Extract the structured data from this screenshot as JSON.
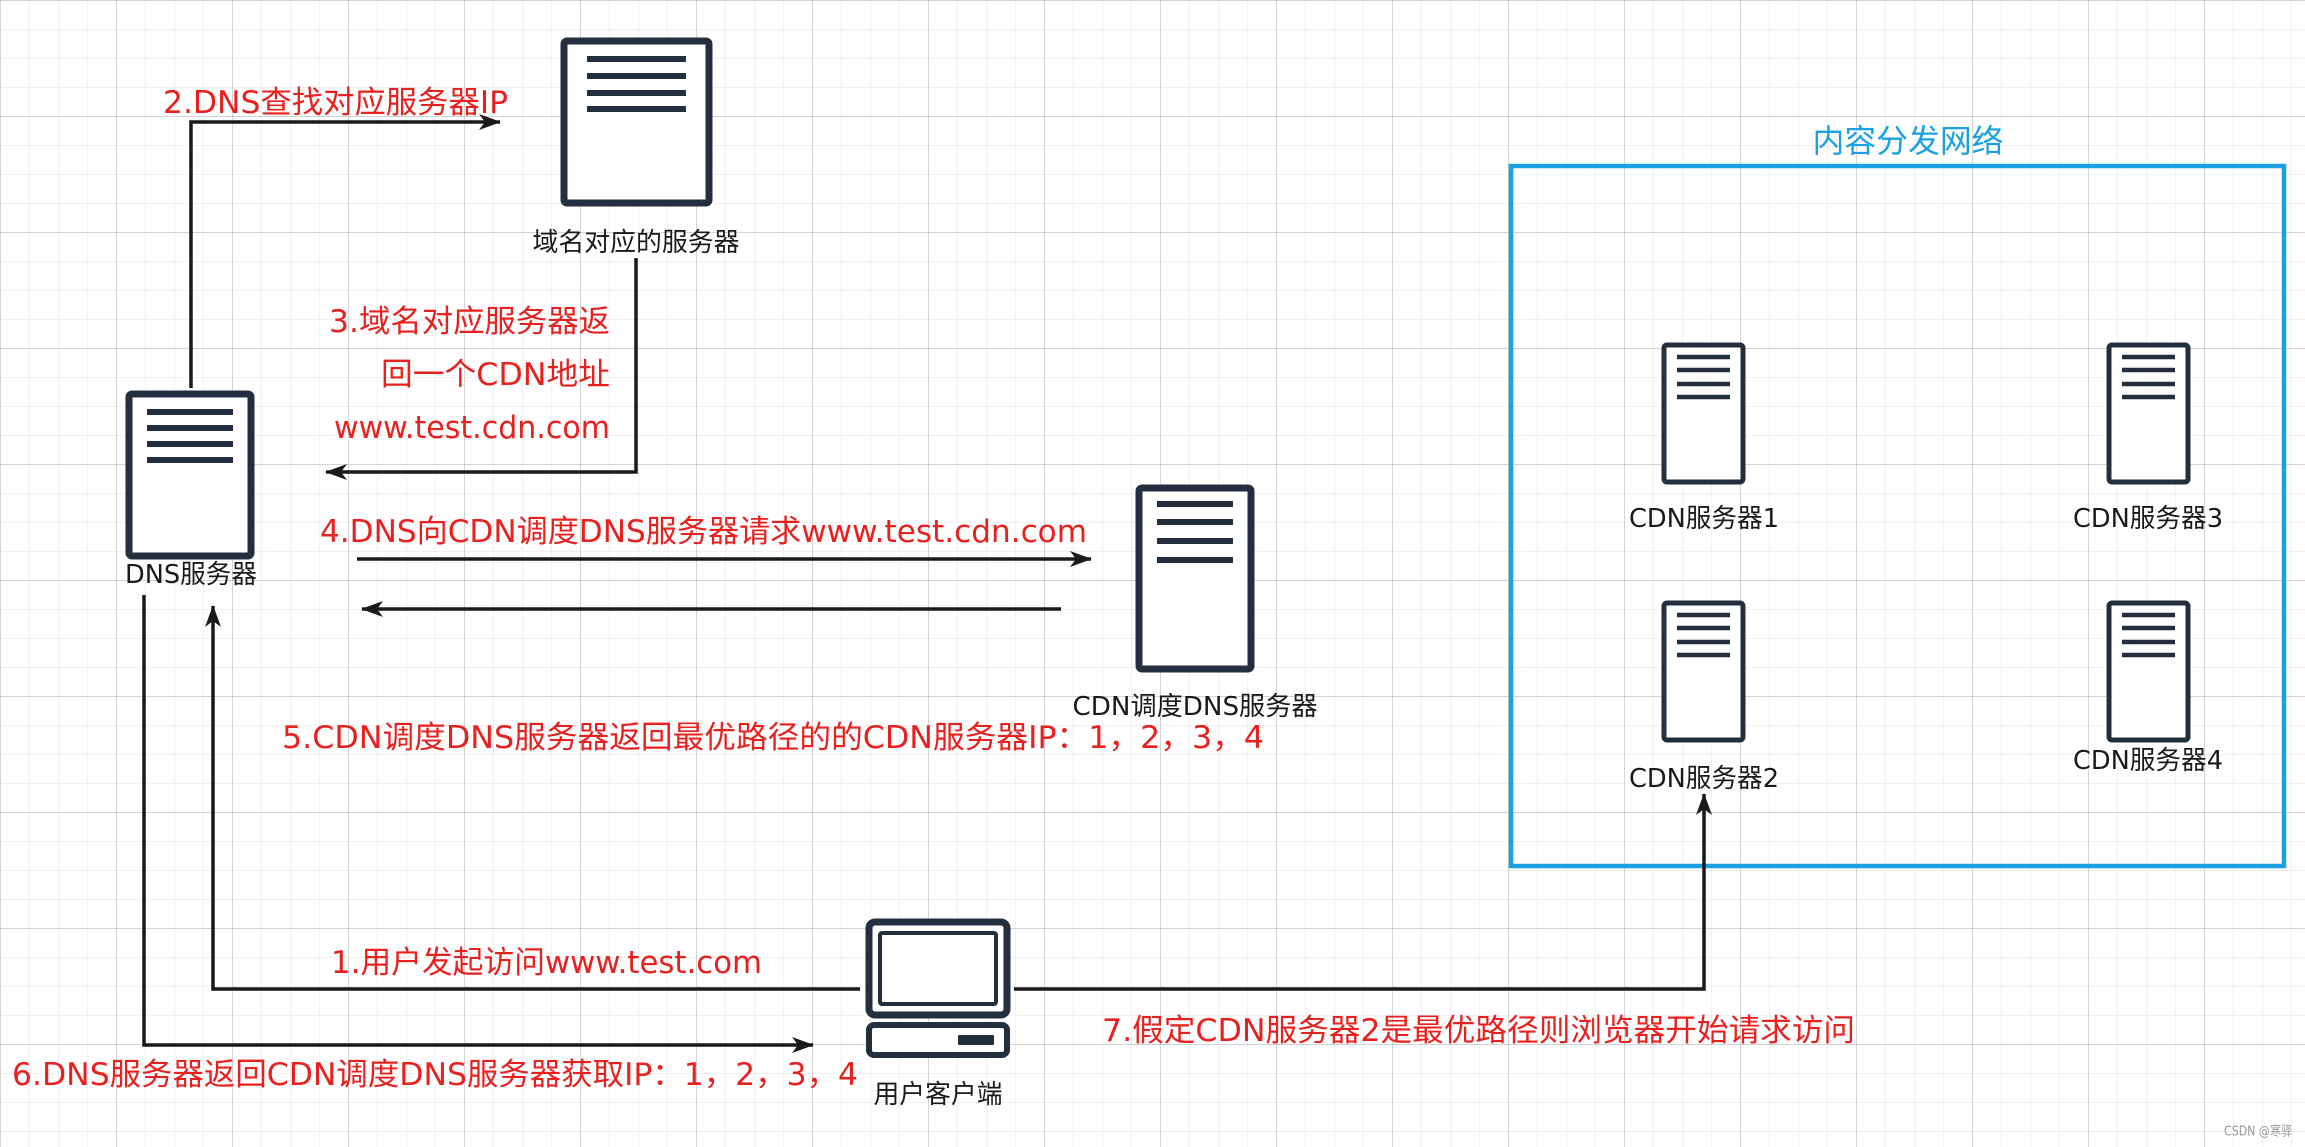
{
  "nodes": {
    "domain_server": {
      "label": "域名对应的服务器",
      "icon": "server-icon"
    },
    "dns_server": {
      "label": "DNS服务器",
      "icon": "server-icon"
    },
    "cdn_dns_server": {
      "label": "CDN调度DNS服务器",
      "icon": "server-icon"
    },
    "cdn_network": {
      "label": "内容分发网络"
    },
    "cdn_servers": [
      {
        "label": "CDN服务器1",
        "icon": "server-icon"
      },
      {
        "label": "CDN服务器2",
        "icon": "server-icon"
      },
      {
        "label": "CDN服务器3",
        "icon": "server-icon"
      },
      {
        "label": "CDN服务器4",
        "icon": "server-icon"
      }
    ],
    "user_client": {
      "label": "用户客户端",
      "icon": "desktop-computer-icon"
    }
  },
  "steps": {
    "step1": "1.用户发起访问www.test.com",
    "step2": "2.DNS查找对应服务器IP",
    "step3": [
      "3.域名对应服务器返",
      "回一个CDN地址",
      "www.test.cdn.com"
    ],
    "step4": "4.DNS向CDN调度DNS服务器请求www.test.cdn.com",
    "step5": "5.CDN调度DNS服务器返回最优路径的的CDN服务器IP：1，2，3，4",
    "step6": "6.DNS服务器返回CDN调度DNS服务器获取IP：1，2，3，4",
    "step7": "7.假定CDN服务器2是最优路径则浏览器开始请求访问"
  },
  "watermark": "CSDN @寒驿",
  "colors": {
    "step_label": "#e8201e",
    "network_border": "#1ba1e2",
    "icon_stroke": "#232f3e",
    "connector": "#1a1a1a",
    "node_label": "#1a1a1a",
    "watermark": "#9a9a9a"
  }
}
